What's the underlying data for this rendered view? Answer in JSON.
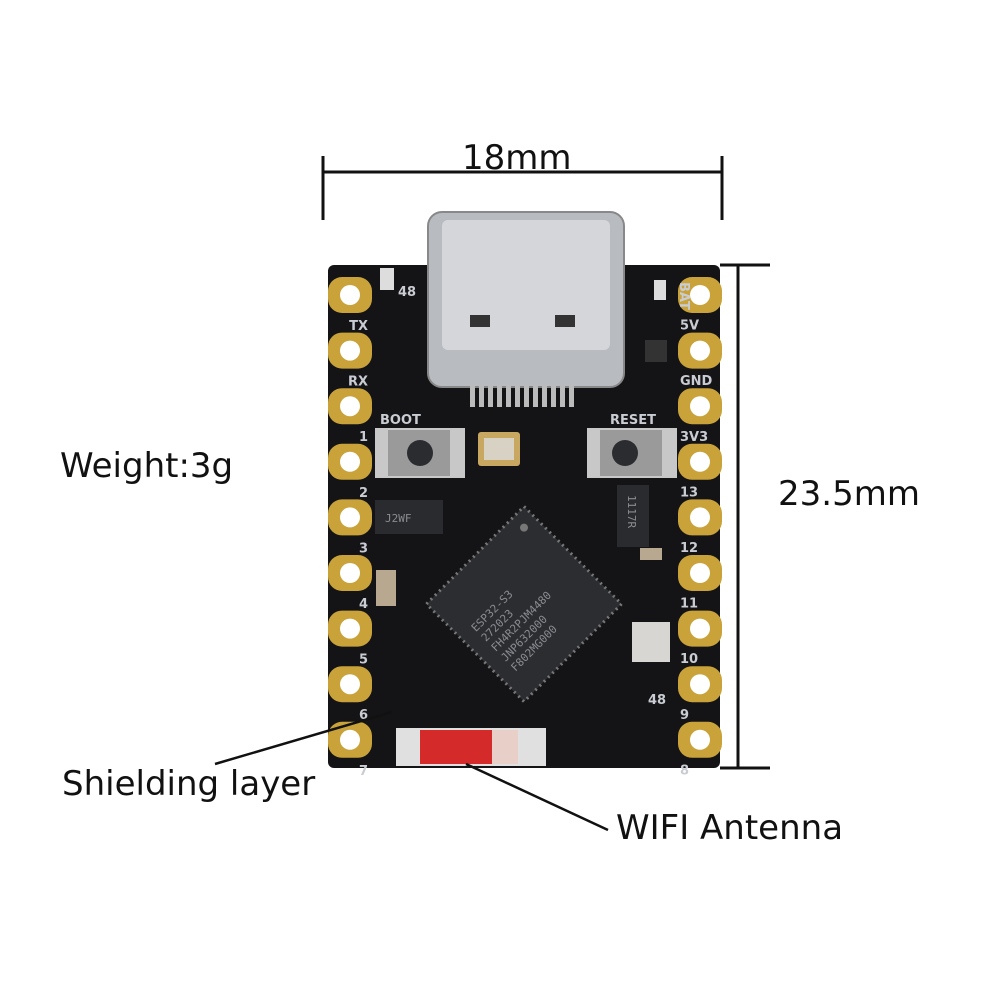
{
  "dimensions": {
    "width": "18mm",
    "height": "23.5mm"
  },
  "weight": "Weight:3g",
  "callouts": {
    "shielding": "Shielding layer",
    "antenna": "WIFI Antenna"
  },
  "board": {
    "left_pins": [
      "TX",
      "RX",
      "1",
      "2",
      "3",
      "4",
      "5",
      "6",
      "7"
    ],
    "right_pins": [
      "BAT",
      "5V",
      "GND",
      "3V3",
      "13",
      "12",
      "11",
      "10",
      "9",
      "8"
    ],
    "buttons": [
      "BOOT",
      "RESET"
    ],
    "extra_labels": [
      "48",
      "48"
    ],
    "chip_lines": [
      "ESP32-S3",
      "272023",
      "FH4R2PJM4480",
      "JNP632000",
      "F802MG000"
    ],
    "ic_labels": [
      "J2WF",
      "1117R"
    ]
  },
  "colors": {
    "pcb": "#141416",
    "pad": "#c9a23a",
    "antenna": "#d42a2a"
  }
}
